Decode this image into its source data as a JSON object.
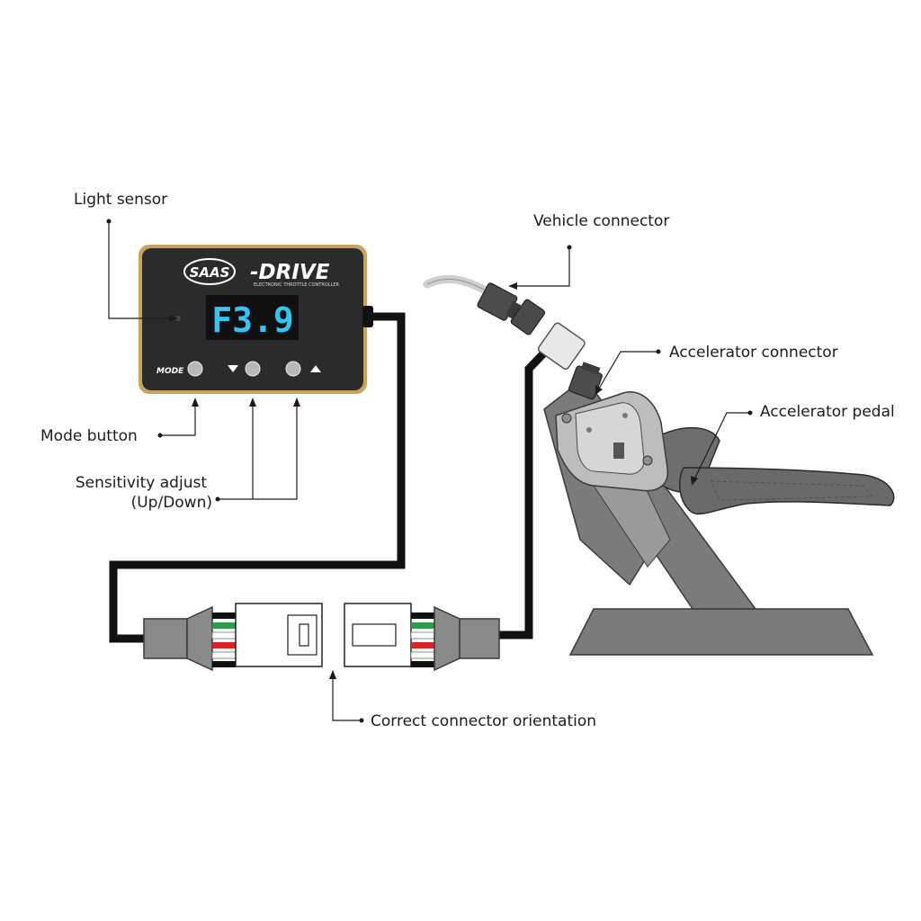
{
  "labels": {
    "light_sensor": "Light sensor",
    "vehicle_connector": "Vehicle connector",
    "accelerator_connector": "Accelerator connector",
    "accelerator_pedal": "Accelerator pedal",
    "mode_button": "Mode button",
    "sensitivity_line1": "Sensitivity adjust",
    "sensitivity_line2": "(Up/Down)",
    "connector_orientation": "Correct connector orientation"
  },
  "device": {
    "logo": "SAAS",
    "brand": "-DRIVE",
    "subtitle": "ELECTRONIC THROTTLE CONTROLLER",
    "display": "F3.9",
    "mode_label": "MODE"
  },
  "colors": {
    "device_body": "#2b2b2d",
    "device_bezel": "#c9a45a",
    "display_text": "#35c4f0",
    "cable": "#1a1a1a",
    "plug_grey": "#8a8a8a",
    "pedal_grey": "#7b7b7b",
    "wire_green": "#2e9b4f",
    "wire_red": "#d9252a"
  },
  "icons": {
    "up": "triangle-up-icon",
    "down": "triangle-down-icon"
  }
}
